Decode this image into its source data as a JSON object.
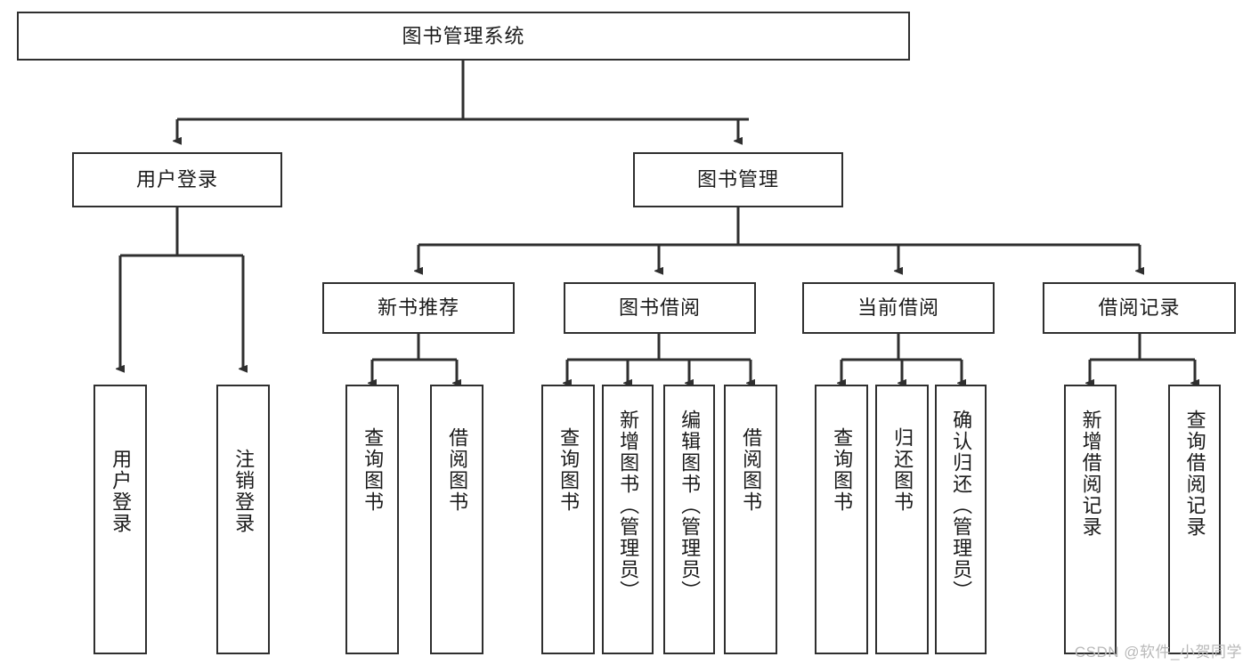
{
  "diagram": {
    "title": "图书管理系统",
    "type": "tree",
    "root": "图书管理系统",
    "watermark": "CSDN @软件_小贺同学",
    "colors": {
      "box_border": "#2f2f2f",
      "box_fill": "#ffffff",
      "connector": "#2f2f2f",
      "text": "#1b1b1b",
      "watermark": "#b9b9b9"
    },
    "nodes": {
      "root": {
        "label": "图书管理系统"
      },
      "level2": [
        {
          "label": "用户登录"
        },
        {
          "label": "图书管理"
        }
      ],
      "level3": [
        {
          "label": "新书推荐"
        },
        {
          "label": "图书借阅"
        },
        {
          "label": "当前借阅"
        },
        {
          "label": "借阅记录"
        }
      ],
      "leaves": {
        "user_login": [
          {
            "label": "用户登录"
          },
          {
            "label": "注销登录"
          }
        ],
        "new_book_recommend": [
          {
            "label": "查询图书"
          },
          {
            "label": "借阅图书"
          }
        ],
        "book_borrow": [
          {
            "label": "查询图书"
          },
          {
            "label": "新增图书（管理员）"
          },
          {
            "label": "编辑图书（管理员）"
          },
          {
            "label": "借阅图书"
          }
        ],
        "current_borrow": [
          {
            "label": "查询图书"
          },
          {
            "label": "归还图书"
          },
          {
            "label": "确认归还（管理员）"
          }
        ],
        "borrow_record": [
          {
            "label": "新增借阅记录"
          },
          {
            "label": "查询借阅记录"
          }
        ]
      }
    }
  }
}
